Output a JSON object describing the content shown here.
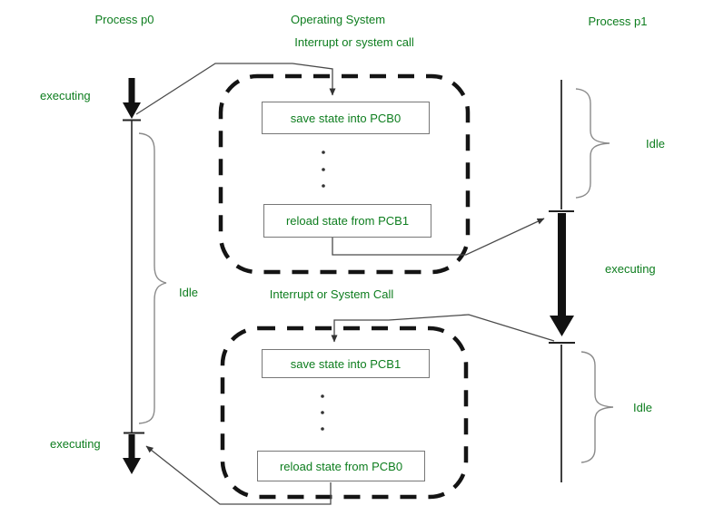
{
  "diagram": {
    "headers": {
      "process_p0": "Process p0",
      "operating_system": "Operating System",
      "interrupt_top": "Interrupt or system call",
      "process_p1": "Process p1",
      "interrupt_middle": "Interrupt or System Call"
    },
    "p0_timeline": {
      "executing_top": "executing",
      "idle": "Idle",
      "executing_bottom": "executing"
    },
    "p1_timeline": {
      "idle_top": "Idle",
      "executing": "executing",
      "idle_bottom": "Idle"
    },
    "os_steps": {
      "save_pcb0": "save state into PCB0",
      "reload_pcb1": "reload state from PCB1",
      "save_pcb1": "save state into PCB1",
      "reload_pcb0": "reload state from PCB0"
    },
    "colors": {
      "label_green": "#0d7d1e",
      "line_black": "#141414",
      "connector_gray": "#4a4a4a",
      "brace_gray": "#8a8a8a",
      "box_border_gray": "#777777"
    }
  }
}
